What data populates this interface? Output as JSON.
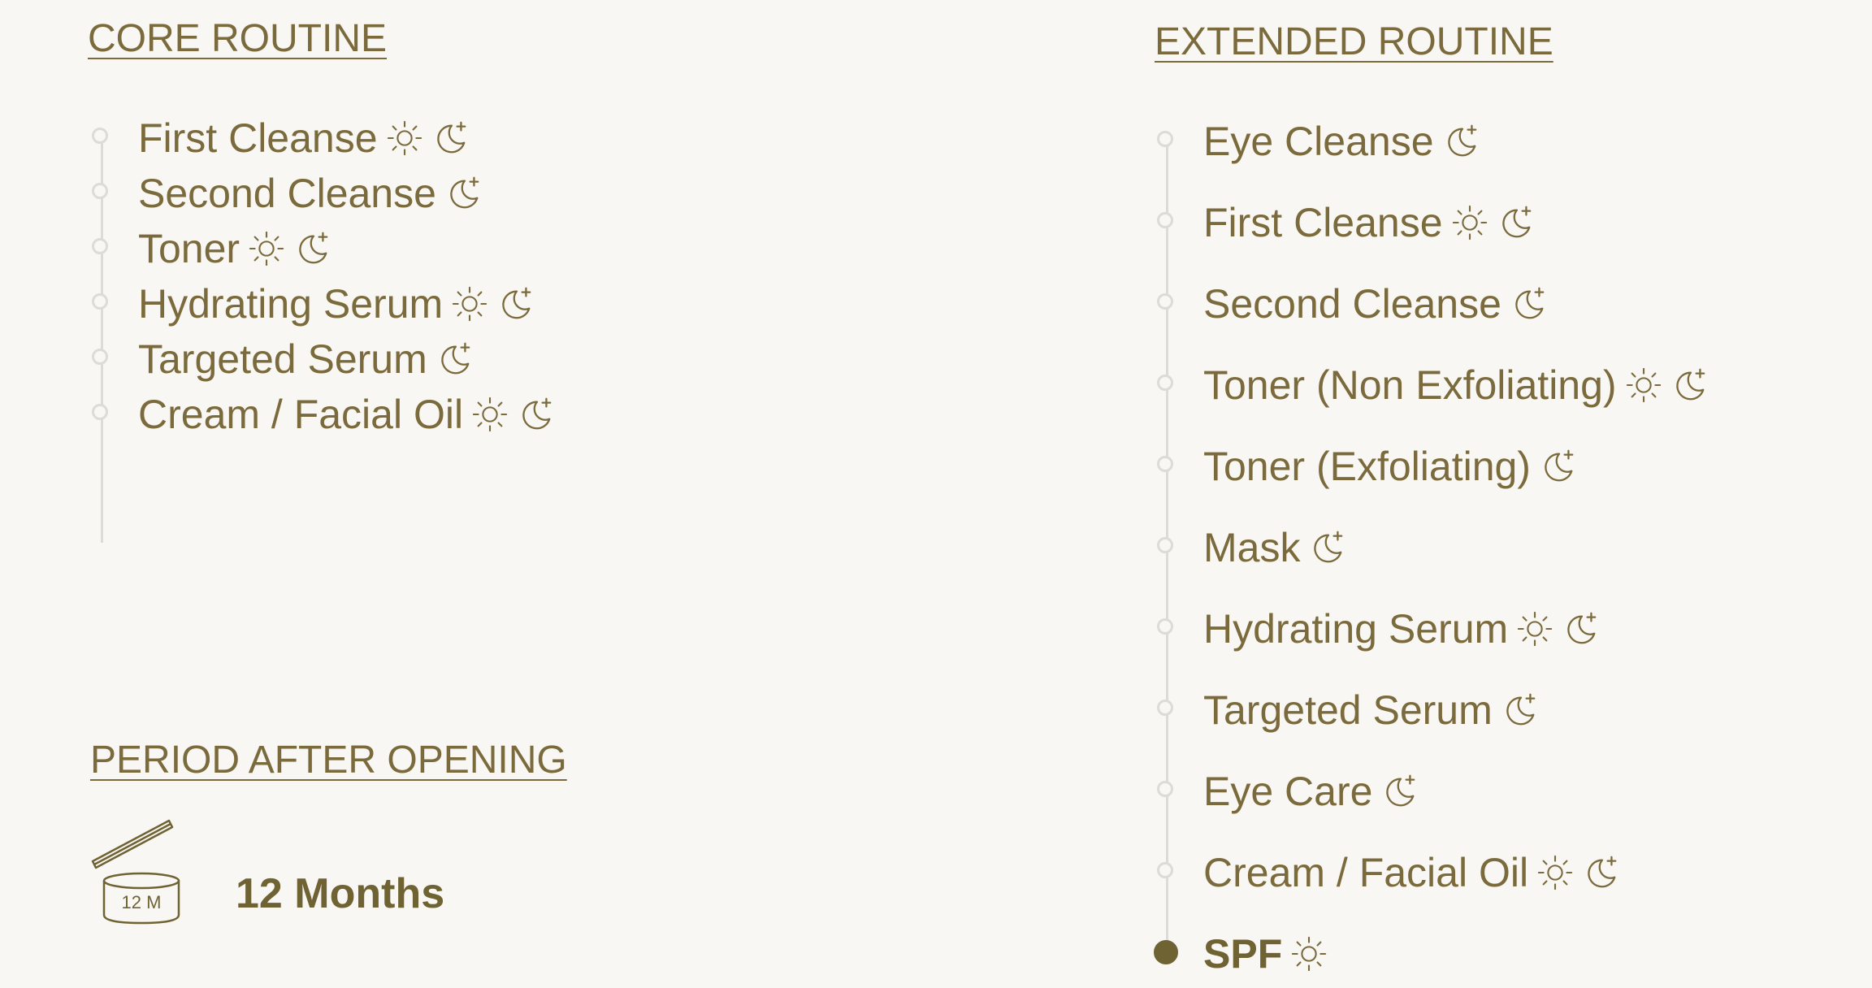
{
  "core_routine": {
    "title": "CORE ROUTINE",
    "steps": [
      {
        "label": "First Cleanse",
        "icons": [
          "sun-icon",
          "moon-icon"
        ]
      },
      {
        "label": "Second Cleanse",
        "icons": [
          "moon-icon"
        ]
      },
      {
        "label": "Toner",
        "icons": [
          "sun-icon",
          "moon-icon"
        ]
      },
      {
        "label": "Hydrating Serum",
        "icons": [
          "sun-icon",
          "moon-icon"
        ]
      },
      {
        "label": "Targeted Serum",
        "icons": [
          "moon-icon"
        ]
      },
      {
        "label": "Cream / Facial Oil",
        "icons": [
          "sun-icon",
          "moon-icon"
        ]
      }
    ]
  },
  "extended_routine": {
    "title": "EXTENDED ROUTINE",
    "steps": [
      {
        "label": "Eye Cleanse",
        "icons": [
          "moon-icon"
        ]
      },
      {
        "label": "First Cleanse",
        "icons": [
          "sun-icon",
          "moon-icon"
        ]
      },
      {
        "label": "Second Cleanse",
        "icons": [
          "moon-icon"
        ]
      },
      {
        "label": "Toner (Non Exfoliating)",
        "icons": [
          "sun-icon",
          "moon-icon"
        ]
      },
      {
        "label": "Toner (Exfoliating)",
        "icons": [
          "moon-icon"
        ]
      },
      {
        "label": "Mask",
        "icons": [
          "moon-icon"
        ]
      },
      {
        "label": "Hydrating Serum",
        "icons": [
          "sun-icon",
          "moon-icon"
        ]
      },
      {
        "label": "Targeted Serum",
        "icons": [
          "moon-icon"
        ]
      },
      {
        "label": "Eye Care",
        "icons": [
          "moon-icon"
        ]
      },
      {
        "label": "Cream / Facial Oil",
        "icons": [
          "sun-icon",
          "moon-icon"
        ]
      },
      {
        "label": "SPF",
        "icons": [
          "sun-icon"
        ],
        "highlighted": true
      }
    ]
  },
  "period_after_opening": {
    "title": "PERIOD AFTER OPENING",
    "jar_label": "12 M",
    "value": "12 Months",
    "icon": "open-jar-icon"
  },
  "colors": {
    "background": "#f8f7f3",
    "accent": "#6f6233",
    "text": "#7a6a3c",
    "rail": "#dcdbd6"
  }
}
